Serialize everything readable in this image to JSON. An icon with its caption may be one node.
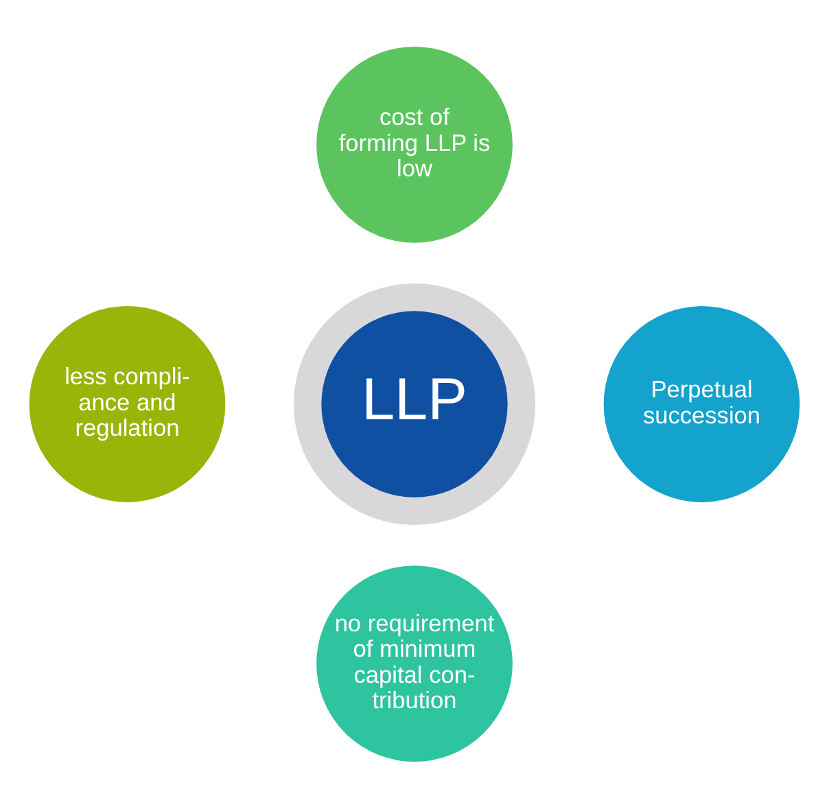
{
  "diagram": {
    "nodes": [
      {
        "text": [
          "LLP"
        ]
      },
      {
        "text": [
          "cost of forming LLP is low"
        ]
      },
      {
        "text": [
          "less compli- ance and regulation"
        ]
      },
      {
        "text": [
          "Perpetual succession"
        ]
      },
      {
        "text": [
          "no requirement of minimum capital con- tribution"
        ]
      }
    ],
    "edges": []
  }
}
